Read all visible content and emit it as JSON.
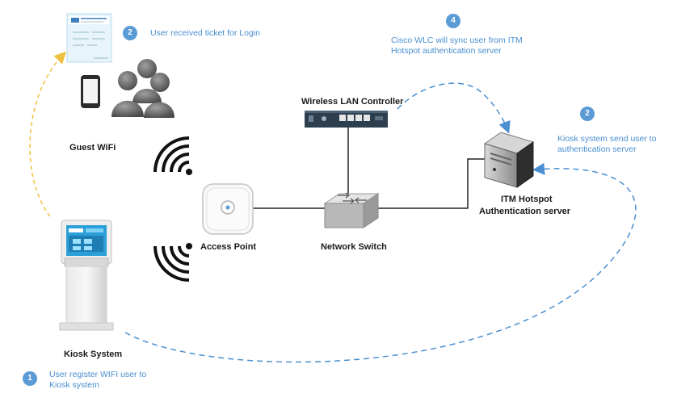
{
  "nodes": {
    "guest": "Guest WiFi",
    "kiosk": "Kiosk System",
    "ap": "Access Point",
    "switch": "Network Switch",
    "wlc": "Wireless LAN Controller",
    "server_line1": "ITM Hotspot",
    "server_line2": "Authentication server"
  },
  "steps": [
    {
      "num": "1",
      "line1": "User register WIFI user to",
      "line2": "Kiosk system"
    },
    {
      "num": "2",
      "line1": "User received ticket for Login",
      "line2": ""
    },
    {
      "num": "2",
      "line1": "Kiosk system send user to",
      "line2": "authentication server"
    },
    {
      "num": "4",
      "line1": "Cisco WLC will sync user from ITM",
      "line2": "Hotspot authentication server"
    }
  ],
  "colors": {
    "accent": "#5b9bd5",
    "flow": "#4a8fd0",
    "ticket_flow": "#f0c040"
  }
}
